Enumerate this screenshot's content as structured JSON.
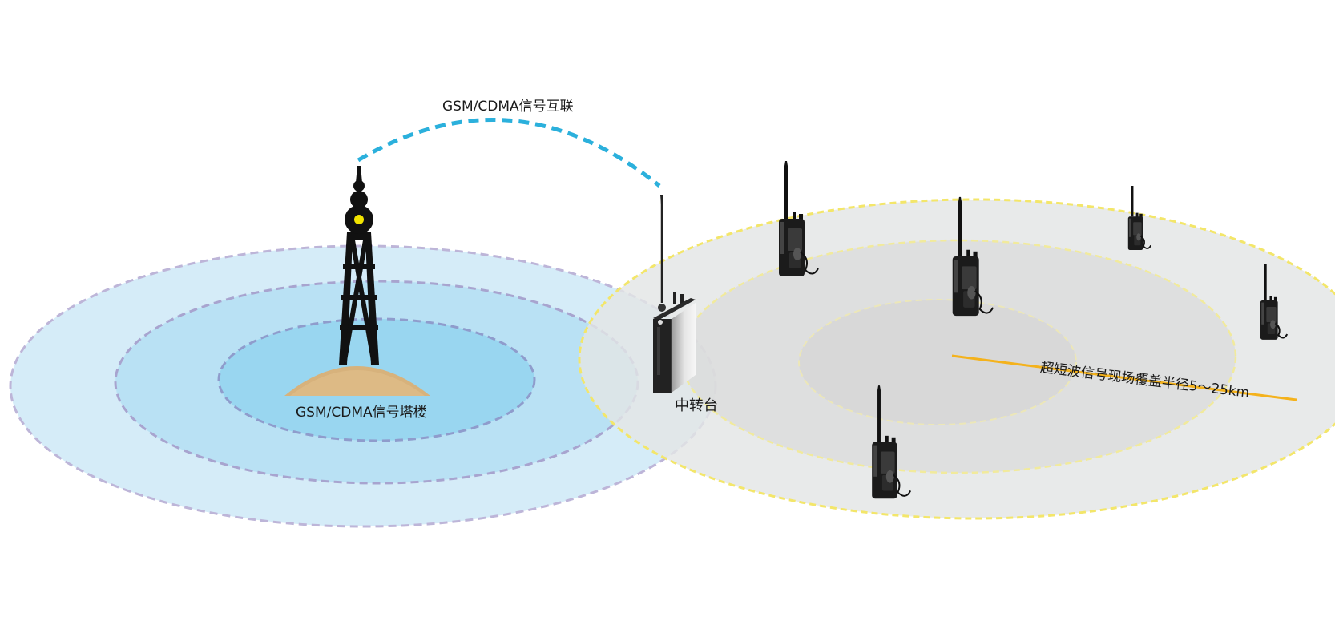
{
  "labels": {
    "link": "GSM/CDMA信号互联",
    "tower": "GSM/CDMA信号塔楼",
    "relay": "中转台",
    "radius": "超短波信号现场覆盖半径5～25km"
  },
  "colors": {
    "gsm_zone_outer": "#d5ecf8",
    "gsm_zone_mid": "#b9e1f4",
    "gsm_zone_inner": "#99d6f0",
    "gsm_ring": "#b8b2d6",
    "uhf_zone_outer": "#e6e8e8",
    "uhf_zone_mid": "#dcdcdc",
    "uhf_ring": "#f3e66a",
    "link_arc": "#2bb0dc",
    "radius_line": "#f4b21c",
    "tower": "#111111",
    "tower_light": "#f2e400",
    "mound": "#d7b27c"
  },
  "icons": {
    "tower": "signal-tower-icon",
    "relay": "repeater-station-icon",
    "radio": "walkie-talkie-icon"
  }
}
